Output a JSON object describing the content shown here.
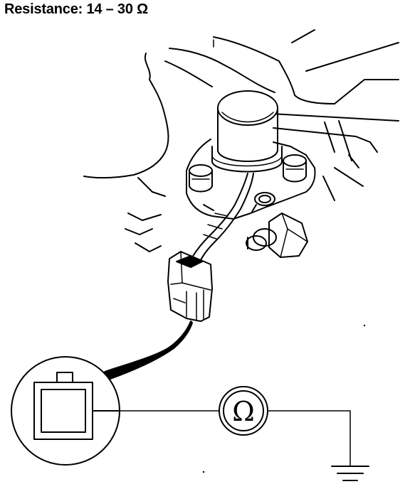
{
  "heading": {
    "label": "Resistance:",
    "value": "14 – 30 Ω"
  },
  "meter": {
    "symbol": "Ω"
  },
  "colors": {
    "ink": "#000000",
    "paper": "#ffffff"
  },
  "icons": [
    "solenoid-valve-icon",
    "connector-plug-icon",
    "ohmmeter-icon",
    "ground-symbol-icon"
  ]
}
